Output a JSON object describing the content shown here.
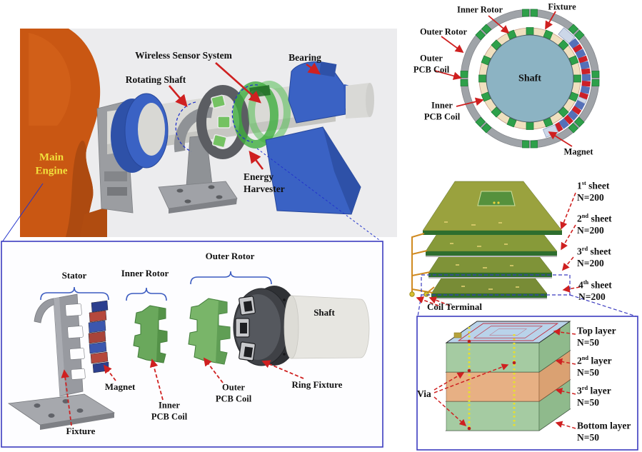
{
  "colors": {
    "arrow_red": "#cf2020",
    "brace_blue": "#3b5bc0",
    "panel_border_blue": "#3b3bbf",
    "engine_orange": "#c95713",
    "bearing_blue": "#3a62c4",
    "pcb_green": "#2ea04a",
    "shaft_teal": "#8cb3c3",
    "magnet_red": "#cc2028",
    "magnet_blue": "#5570b8",
    "fixture_lavender": "#ccd7e8",
    "engine_label_yellow": "#f2e03c",
    "sheet_olive": "#9aa23e",
    "via_yellow": "#e8df2e"
  },
  "scene": {
    "wireless": "Wireless Sensor System",
    "rotating_shaft": "Rotating Shaft",
    "bearing": "Bearing",
    "main_engine_line1": "Main",
    "main_engine_line2": "Engine",
    "energy_line1": "Energy",
    "energy_line2": "Harvester"
  },
  "cross_section": {
    "inner_rotor": "Inner Rotor",
    "fixture": "Fixture",
    "outer_rotor": "Outer Rotor",
    "outer_pcb_line1": "Outer",
    "outer_pcb_line2": "PCB Coil",
    "inner_pcb_line1": "Inner",
    "inner_pcb_line2": "PCB Coil",
    "shaft": "Shaft",
    "magnet": "Magnet"
  },
  "exploded": {
    "stator": "Stator",
    "inner_rotor": "Inner Rotor",
    "outer_rotor": "Outer Rotor",
    "shaft": "Shaft",
    "magnet": "Magnet",
    "inner_pcb_line1": "Inner",
    "inner_pcb_line2": "PCB Coil",
    "outer_pcb_line1": "Outer",
    "outer_pcb_line2": "PCB Coil",
    "ring_fixture": "Ring Fixture",
    "fixture": "Fixture"
  },
  "sheets": {
    "coil_terminal": "Coil Terminal",
    "items": [
      {
        "num": "1",
        "sup": "st",
        "word": " sheet",
        "turns": "N=200"
      },
      {
        "num": "2",
        "sup": "nd",
        "word": " sheet",
        "turns": "N=200"
      },
      {
        "num": "3",
        "sup": "rd",
        "word": " sheet",
        "turns": "N=200"
      },
      {
        "num": "4",
        "sup": "th",
        "word": " sheet",
        "turns": "N=200"
      }
    ]
  },
  "layers": {
    "via": "Via",
    "items": [
      {
        "pre": "Top",
        "sup": "",
        "post": " layer",
        "turns": "N=50"
      },
      {
        "pre": "2",
        "sup": "nd",
        "post": " layer",
        "turns": "N=50"
      },
      {
        "pre": "3",
        "sup": "rd",
        "post": " layer",
        "turns": "N=50"
      },
      {
        "pre": "Bottom",
        "sup": "",
        "post": " layer",
        "turns": "N=50"
      }
    ]
  }
}
